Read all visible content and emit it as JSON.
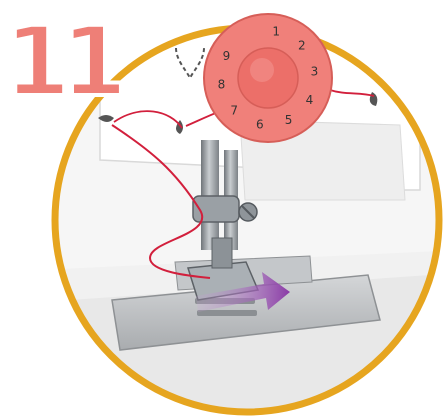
{
  "step_number": "11",
  "dial": {
    "numbers": [
      "1",
      "2",
      "3",
      "4",
      "5",
      "6",
      "7",
      "8",
      "9"
    ],
    "color": "#f0807a"
  },
  "colors": {
    "frame_ring": "#e6a51f",
    "step_number": "#ee7f77",
    "thread": "#d21f3c",
    "direction_arrow": "#8a3aa6",
    "needle_plate": "#b9bcbf"
  },
  "icons": [
    "thread-tension-dial-icon",
    "direction-arrow-icon",
    "presser-foot-icon",
    "needle-icon"
  ]
}
